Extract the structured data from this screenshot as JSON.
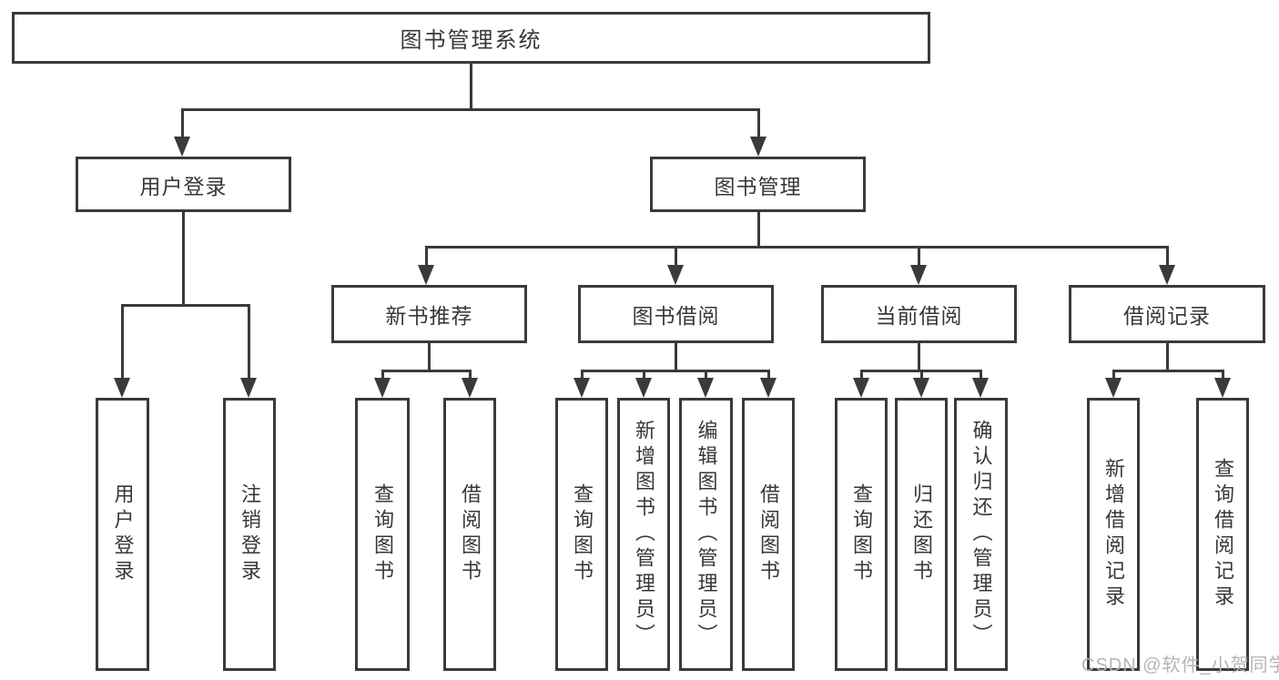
{
  "tree": {
    "label": "图书管理系统",
    "children": [
      {
        "label": "用户登录",
        "children": [
          {
            "label": "用户登录"
          },
          {
            "label": "注销登录"
          }
        ]
      },
      {
        "label": "图书管理",
        "children": [
          {
            "label": "新书推荐",
            "children": [
              {
                "label": "查询图书"
              },
              {
                "label": "借阅图书"
              }
            ]
          },
          {
            "label": "图书借阅",
            "children": [
              {
                "label": "查询图书"
              },
              {
                "label": "新增图书（管理员）"
              },
              {
                "label": "编辑图书（管理员）"
              },
              {
                "label": "借阅图书"
              }
            ]
          },
          {
            "label": "当前借阅",
            "children": [
              {
                "label": "查询图书"
              },
              {
                "label": "归还图书"
              },
              {
                "label": "确认归还（管理员）"
              }
            ]
          },
          {
            "label": "借阅记录",
            "children": [
              {
                "label": "新增借阅记录"
              },
              {
                "label": "查询借阅记录"
              }
            ]
          }
        ]
      }
    ]
  },
  "watermark": "CSDN @软件_小贺同学",
  "colors": {
    "line": "#3a3a3a",
    "text": "#383838",
    "background": "#ffffff",
    "watermark": "#b4b4b8"
  }
}
